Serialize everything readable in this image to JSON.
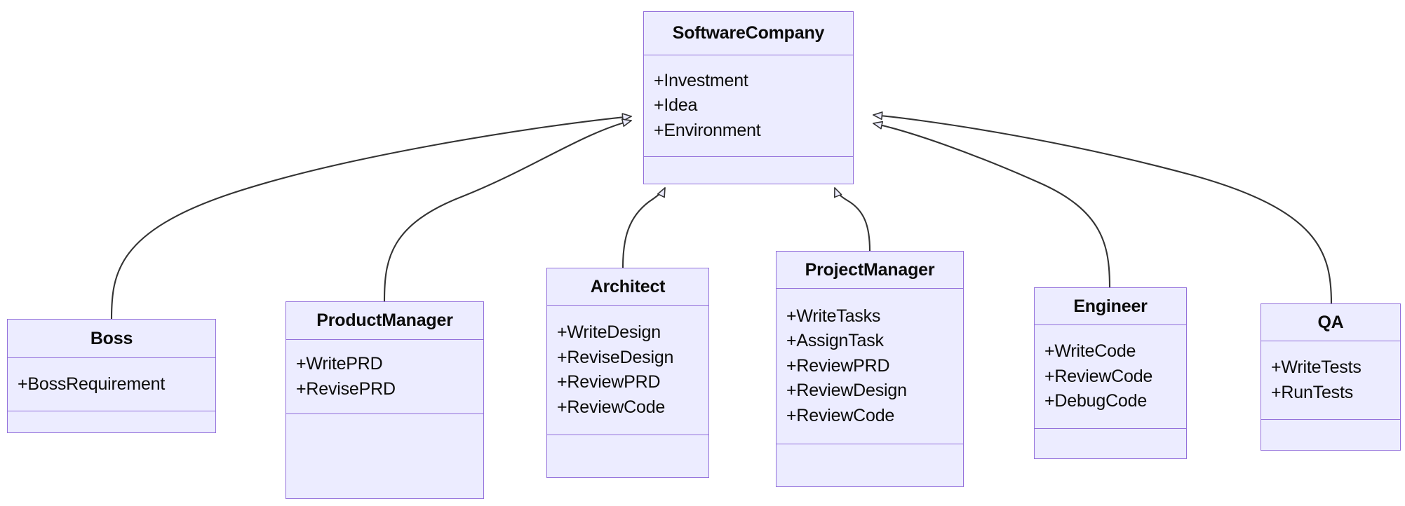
{
  "diagram": {
    "kind": "uml-class-diagram",
    "relationship_type": "inheritance",
    "colors": {
      "node_fill": "#ECECFF",
      "node_border": "#9370DB",
      "edge_stroke": "#333333",
      "text": "#0b0b0b",
      "background": "#ffffff"
    },
    "classes": [
      {
        "id": "softwarecompany",
        "name": "SoftwareCompany",
        "attributes": [
          "+Investment",
          "+Idea",
          "+Environment"
        ],
        "methods": []
      },
      {
        "id": "boss",
        "name": "Boss",
        "attributes": [
          "+BossRequirement"
        ],
        "methods": []
      },
      {
        "id": "productmanager",
        "name": "ProductManager",
        "attributes": [
          "+WritePRD",
          "+RevisePRD"
        ],
        "methods": []
      },
      {
        "id": "architect",
        "name": "Architect",
        "attributes": [
          "+WriteDesign",
          "+ReviseDesign",
          "+ReviewPRD",
          "+ReviewCode"
        ],
        "methods": []
      },
      {
        "id": "projectmanager",
        "name": "ProjectManager",
        "attributes": [
          "+WriteTasks",
          "+AssignTask",
          "+ReviewPRD",
          "+ReviewDesign",
          "+ReviewCode"
        ],
        "methods": []
      },
      {
        "id": "engineer",
        "name": "Engineer",
        "attributes": [
          "+WriteCode",
          "+ReviewCode",
          "+DebugCode"
        ],
        "methods": []
      },
      {
        "id": "qa",
        "name": "QA",
        "attributes": [
          "+WriteTests",
          "+RunTests"
        ],
        "methods": []
      }
    ],
    "edges": [
      {
        "from": "boss",
        "to": "softwarecompany",
        "type": "inheritance",
        "arrowhead": "hollow-triangle"
      },
      {
        "from": "productmanager",
        "to": "softwarecompany",
        "type": "inheritance",
        "arrowhead": "hollow-triangle"
      },
      {
        "from": "architect",
        "to": "softwarecompany",
        "type": "inheritance",
        "arrowhead": "hollow-triangle"
      },
      {
        "from": "projectmanager",
        "to": "softwarecompany",
        "type": "inheritance",
        "arrowhead": "hollow-triangle"
      },
      {
        "from": "engineer",
        "to": "softwarecompany",
        "type": "inheritance",
        "arrowhead": "hollow-triangle"
      },
      {
        "from": "qa",
        "to": "softwarecompany",
        "type": "inheritance",
        "arrowhead": "hollow-triangle"
      }
    ]
  }
}
